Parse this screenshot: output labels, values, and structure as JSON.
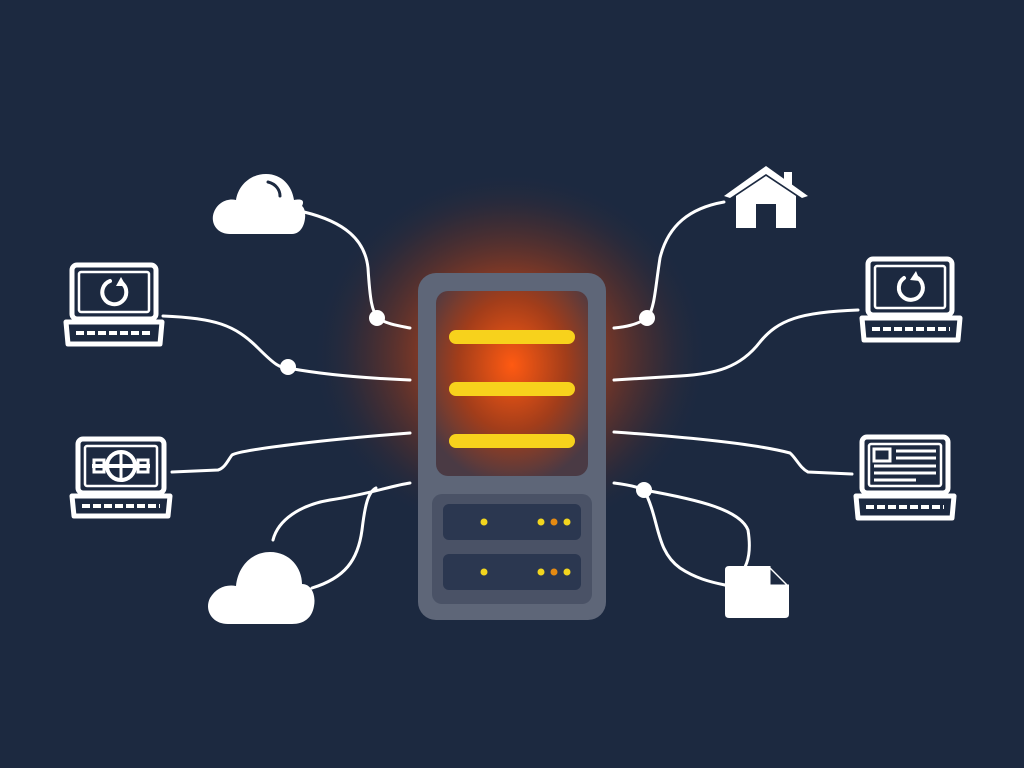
{
  "colors": {
    "background": "#1c2940",
    "line": "#ffffff",
    "glow": "#ff5a10",
    "server_body": "#5e6678",
    "server_panel": "#2b3750",
    "server_bar": "#f7d21c",
    "led_yellow": "#f2d51e",
    "led_orange": "#e58a12"
  },
  "nodes": [
    {
      "id": "cloud-top-left",
      "icon": "cloud-icon"
    },
    {
      "id": "laptop-sync-left",
      "icon": "laptop-sync-icon"
    },
    {
      "id": "laptop-globe-left",
      "icon": "laptop-globe-icon"
    },
    {
      "id": "cloud-bottom-left",
      "icon": "cloud-icon"
    },
    {
      "id": "house-top-right",
      "icon": "home-icon"
    },
    {
      "id": "laptop-sync-right",
      "icon": "laptop-sync-icon"
    },
    {
      "id": "laptop-document-right",
      "icon": "laptop-document-icon"
    },
    {
      "id": "file-bottom-right",
      "icon": "file-icon"
    }
  ],
  "server": {
    "icon": "server-icon",
    "top_bars": 3,
    "drive_units": 2
  }
}
